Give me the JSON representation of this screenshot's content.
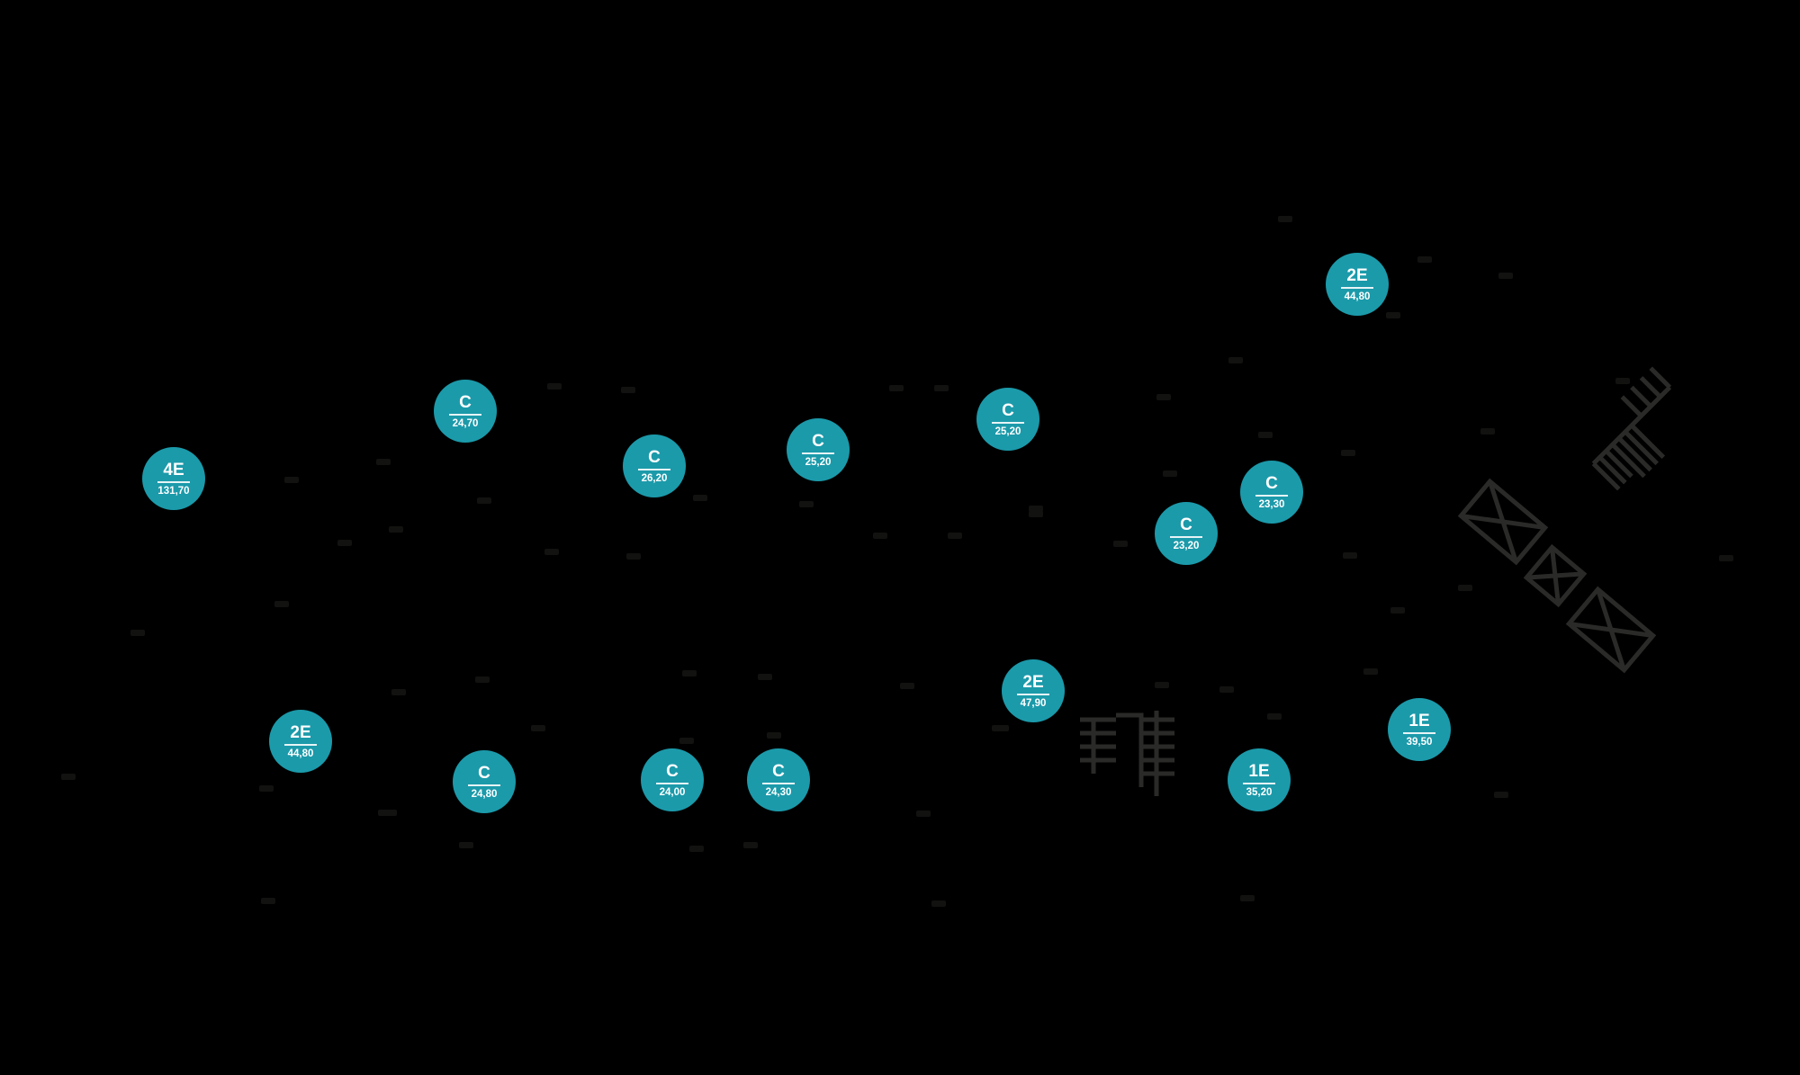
{
  "plan": {
    "accent_color": "#1b9aaa",
    "rooms": [
      {
        "type": "4E",
        "area": "131,70"
      },
      {
        "type": "C",
        "area": "24,70"
      },
      {
        "type": "C",
        "area": "26,20"
      },
      {
        "type": "C",
        "area": "25,20"
      },
      {
        "type": "C",
        "area": "25,20"
      },
      {
        "type": "2E",
        "area": "44,80"
      },
      {
        "type": "C",
        "area": "23,20"
      },
      {
        "type": "C",
        "area": "23,30"
      },
      {
        "type": "2E",
        "area": "47,90"
      },
      {
        "type": "2E",
        "area": "44,80"
      },
      {
        "type": "C",
        "area": "24,80"
      },
      {
        "type": "C",
        "area": "24,00"
      },
      {
        "type": "C",
        "area": "24,30"
      },
      {
        "type": "1E",
        "area": "35,20"
      },
      {
        "type": "1E",
        "area": "39,50"
      }
    ],
    "fixtures": [
      {
        "icon": "bench-rack-icon"
      },
      {
        "icon": "corner-rack-icon"
      },
      {
        "icon": "crossed-box-icon"
      },
      {
        "icon": "crossed-box-icon"
      },
      {
        "icon": "crossed-box-icon"
      }
    ]
  }
}
